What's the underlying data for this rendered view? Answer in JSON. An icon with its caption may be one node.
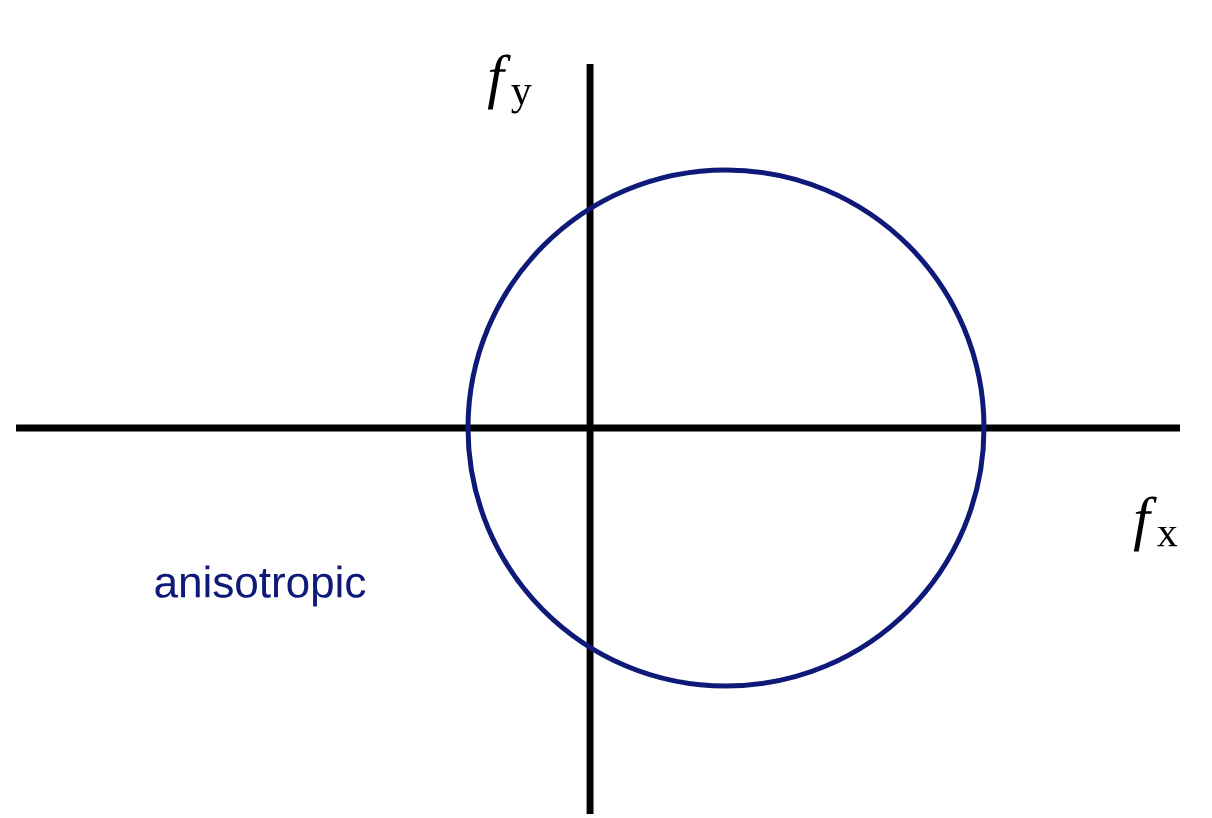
{
  "diagram": {
    "nodes": [
      {
        "text": [],
        "shape": "circle"
      }
    ],
    "labels": [
      "*f*$_{y}$",
      "*f*$_{x}$",
      "anisotropic"
    ]
  }
}
